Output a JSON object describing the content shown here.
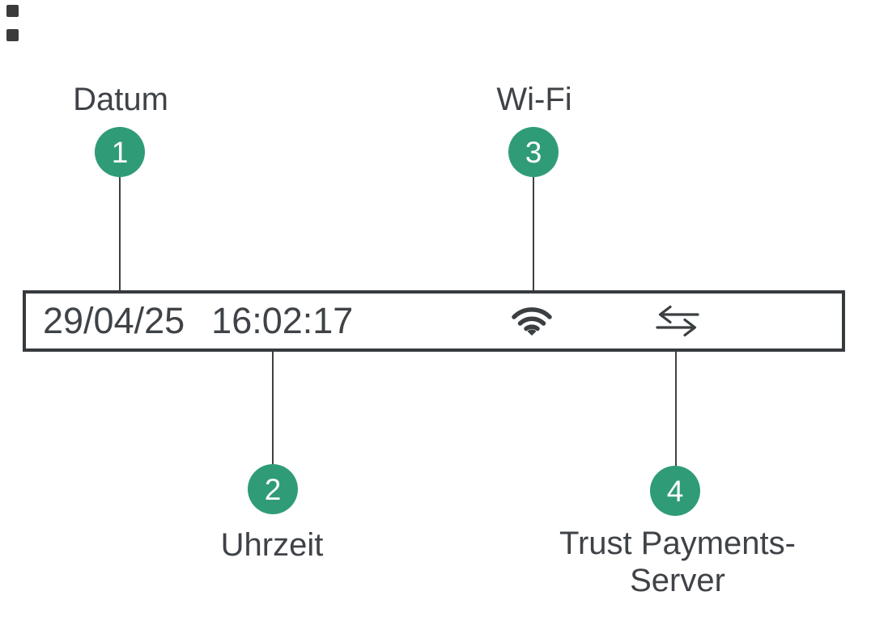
{
  "colors": {
    "accent_green": "#2f9c77",
    "ink": "#3f4347",
    "background": "#ffffff"
  },
  "decorations": {
    "corner_marks_count": 2
  },
  "status_bar": {
    "date": "29/04/25",
    "time": "16:02:17",
    "icons": [
      "wifi-icon",
      "transfer-arrows-icon"
    ]
  },
  "callouts": [
    {
      "number": "1",
      "label": "Datum",
      "position": "above-bar"
    },
    {
      "number": "2",
      "label": "Uhrzeit",
      "position": "below-bar"
    },
    {
      "number": "3",
      "label": "Wi-Fi",
      "position": "above-bar"
    },
    {
      "number": "4",
      "label": "Trust Payments-Server",
      "position": "below-bar"
    }
  ]
}
